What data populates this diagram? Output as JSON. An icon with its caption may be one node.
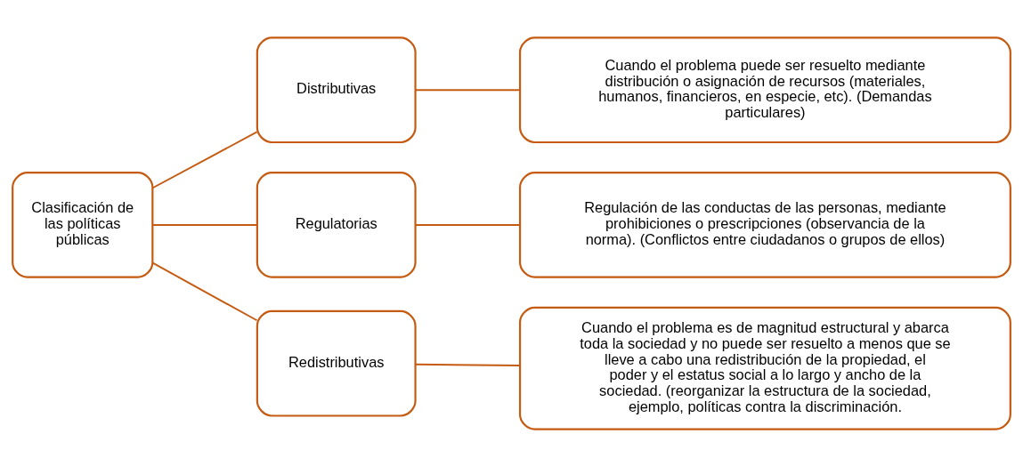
{
  "diagram": {
    "nodes": [
      {
        "text": [
          "Clasificación de las políticas públicas"
        ]
      },
      {
        "text": [
          "Distributivas"
        ]
      },
      {
        "text": [
          "Regulatorias"
        ]
      },
      {
        "text": [
          "Redistributivas"
        ]
      },
      {
        "text": [
          "Cuando el problema puede ser resuelto mediante distribución o asignación de recursos (materiales, humanos, financieros, en especie, etc). (Demandas particulares)"
        ]
      },
      {
        "text": [
          "Regulación de las conductas de las personas, mediante prohibiciones o prescripciones (observancia de la norma). (Conflictos entre ciudadanos o grupos de ellos)"
        ]
      },
      {
        "text": [
          "Cuando el problema es de magnitud estructural y abarca toda la sociedad y no puede ser resuelto a menos que se lleve a cabo una redistribución de la propiedad, el poder y el estatus social a lo largo y ancho de la sociedad. (reorganizar la estructura de la sociedad, ejemplo, políticas contra la discriminación."
        ]
      }
    ],
    "edges": [
      {
        "from": 0,
        "to": 1,
        "arrow": "none"
      },
      {
        "from": 0,
        "to": 2,
        "arrow": "none"
      },
      {
        "from": 0,
        "to": 3,
        "arrow": "none"
      },
      {
        "from": 1,
        "to": 4,
        "arrow": "none"
      },
      {
        "from": 2,
        "to": 5,
        "arrow": "none"
      },
      {
        "from": 3,
        "to": 6,
        "arrow": "none"
      }
    ]
  }
}
